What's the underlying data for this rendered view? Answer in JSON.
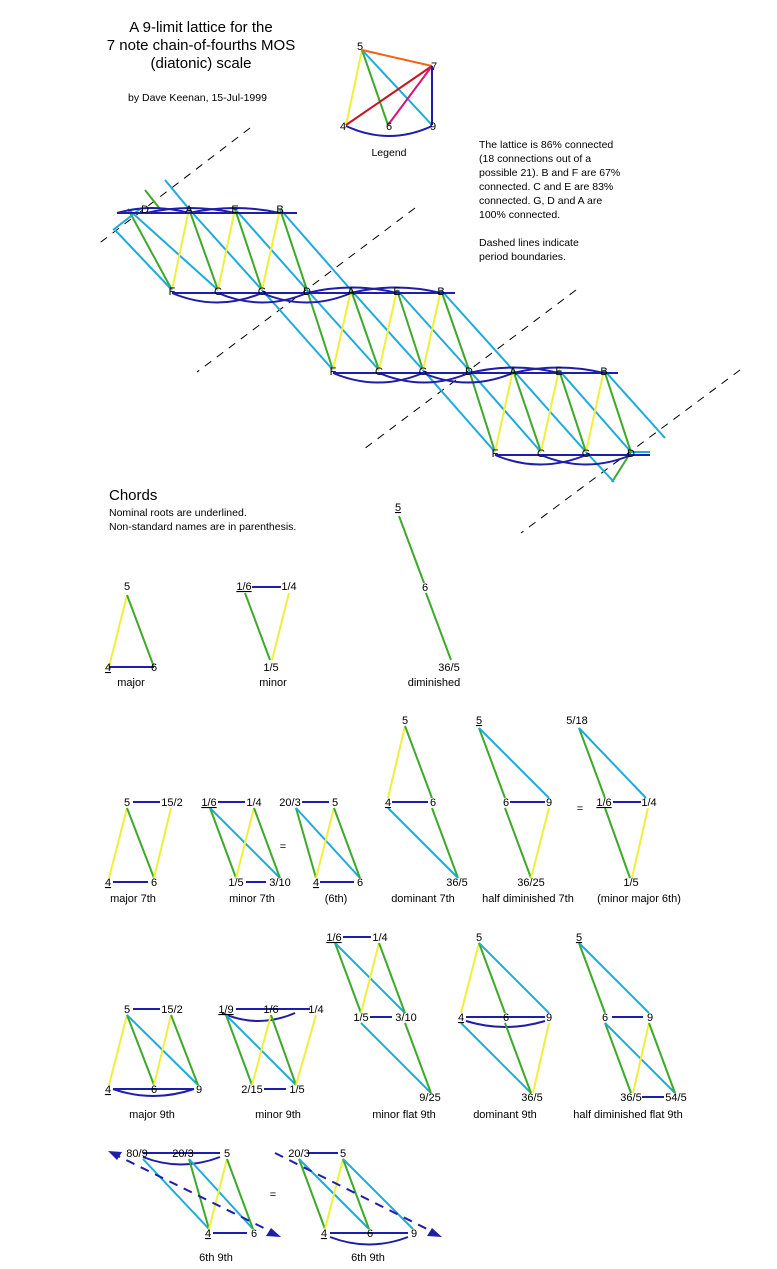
{
  "title": {
    "line1": "A 9-limit lattice for the",
    "line2": "7 note chain-of-fourths MOS",
    "line3": "(diatonic) scale",
    "byline": "by Dave Keenan, 15-Jul-1999"
  },
  "legend": {
    "caption": "Legend",
    "nodes": [
      "5",
      "7",
      "4",
      "6",
      "9"
    ]
  },
  "info": {
    "lines": [
      "The lattice is 86% connected",
      "(18 connections out of a",
      "possible 21). B and F are 67%",
      "connected. C and E are 83%",
      "connected. G, D and A are",
      "100% connected."
    ],
    "dashed_lines": [
      "Dashed lines indicate",
      "period boundaries."
    ]
  },
  "lattice": {
    "top_row": [
      "D",
      "A",
      "E",
      "B"
    ],
    "bottom_row": [
      "F",
      "C",
      "G"
    ]
  },
  "chords_section": {
    "heading": "Chords",
    "note1": "Nominal roots are underlined.",
    "note2": "Non-standard names are in parenthesis."
  },
  "chords": {
    "major": {
      "name": "major",
      "labels": [
        "5",
        "4",
        "6"
      ]
    },
    "minor": {
      "name": "minor",
      "labels": [
        "1/6",
        "1/4",
        "1/5"
      ]
    },
    "diminished": {
      "name": "diminished",
      "labels": [
        "5",
        "6",
        "36/5"
      ]
    },
    "major7": {
      "name": "major 7th",
      "labels": [
        "5",
        "15/2",
        "4",
        "6"
      ]
    },
    "minor7": {
      "name": "minor 7th",
      "labels": [
        "1/6",
        "1/4",
        "1/5",
        "3/10"
      ]
    },
    "sixth": {
      "name": "(6th)",
      "labels": [
        "20/3",
        "5",
        "4",
        "6"
      ]
    },
    "dominant7": {
      "name": "dominant 7th",
      "labels": [
        "5",
        "4",
        "6",
        "36/5"
      ]
    },
    "halfdim7": {
      "name": "half diminished 7th",
      "labels": [
        "5",
        "6",
        "9",
        "36/25"
      ]
    },
    "minormajor6": {
      "name": "(minor major 6th)",
      "labels": [
        "5/18",
        "1/6",
        "1/4",
        "1/5"
      ]
    },
    "major9": {
      "name": "major 9th",
      "labels": [
        "5",
        "15/2",
        "4",
        "6",
        "9"
      ]
    },
    "minor9": {
      "name": "minor 9th",
      "labels": [
        "1/9",
        "1/6",
        "1/4",
        "2/15",
        "1/5"
      ]
    },
    "minorflat9": {
      "name": "minor flat 9th",
      "labels": [
        "1/6",
        "1/4",
        "1/5",
        "3/10",
        "9/25"
      ]
    },
    "dominant9": {
      "name": "dominant 9th",
      "labels": [
        "5",
        "4",
        "6",
        "9",
        "36/5"
      ]
    },
    "halfdimflat9": {
      "name": "half diminished flat 9th",
      "labels": [
        "5",
        "6",
        "9",
        "36/5",
        "54/5"
      ]
    },
    "sixth9a": {
      "name": "6th 9th",
      "labels": [
        "80/9",
        "20/3",
        "5",
        "4",
        "6"
      ]
    },
    "sixth9b": {
      "name": "6th 9th",
      "labels": [
        "20/3",
        "5",
        "4",
        "6",
        "9"
      ]
    }
  },
  "equals_sign": "=",
  "colors": {
    "yellow": "#f0f03c",
    "green": "#3caa28",
    "cyan": "#1eaadc",
    "blue": "#1e1eaa",
    "orange": "#f06414",
    "red": "#c8141e",
    "magenta": "#dc1478"
  }
}
